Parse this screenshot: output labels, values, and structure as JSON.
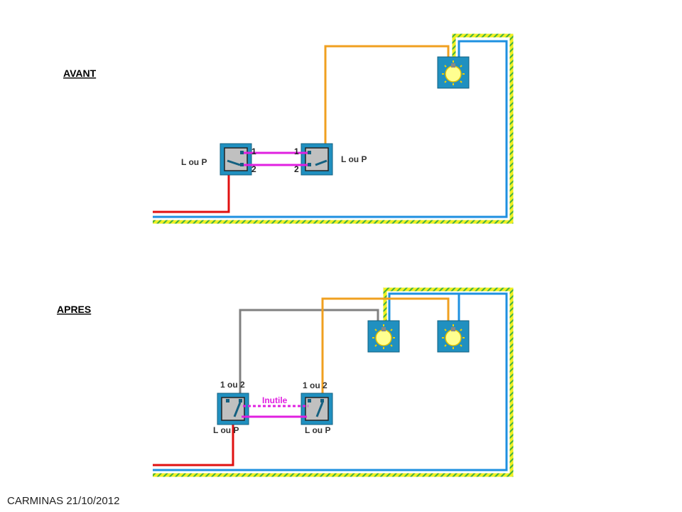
{
  "before": {
    "title": "AVANT",
    "switch_left_label": "L ou P",
    "switch_right_label": "L ou P",
    "terminals": {
      "t1": "1",
      "t2": "2"
    }
  },
  "after": {
    "title": "APRES",
    "switch_left_top": "1 ou 2",
    "switch_left_bottom": "L ou P",
    "switch_right_top": "1 ou 2",
    "switch_right_bottom": "L ou P",
    "useless_label": "Inutile"
  },
  "footer": "CARMINAS 21/10/2012",
  "colors": {
    "phase": "#e01010",
    "neutral": "#1e90e0",
    "earth_yellow": "#f0f020",
    "earth_green": "#40b040",
    "return": "#f0a020",
    "traveler": "#e020e0",
    "gray_wire": "#808080",
    "box": "#2090c0",
    "lamp": "#ffff90"
  }
}
